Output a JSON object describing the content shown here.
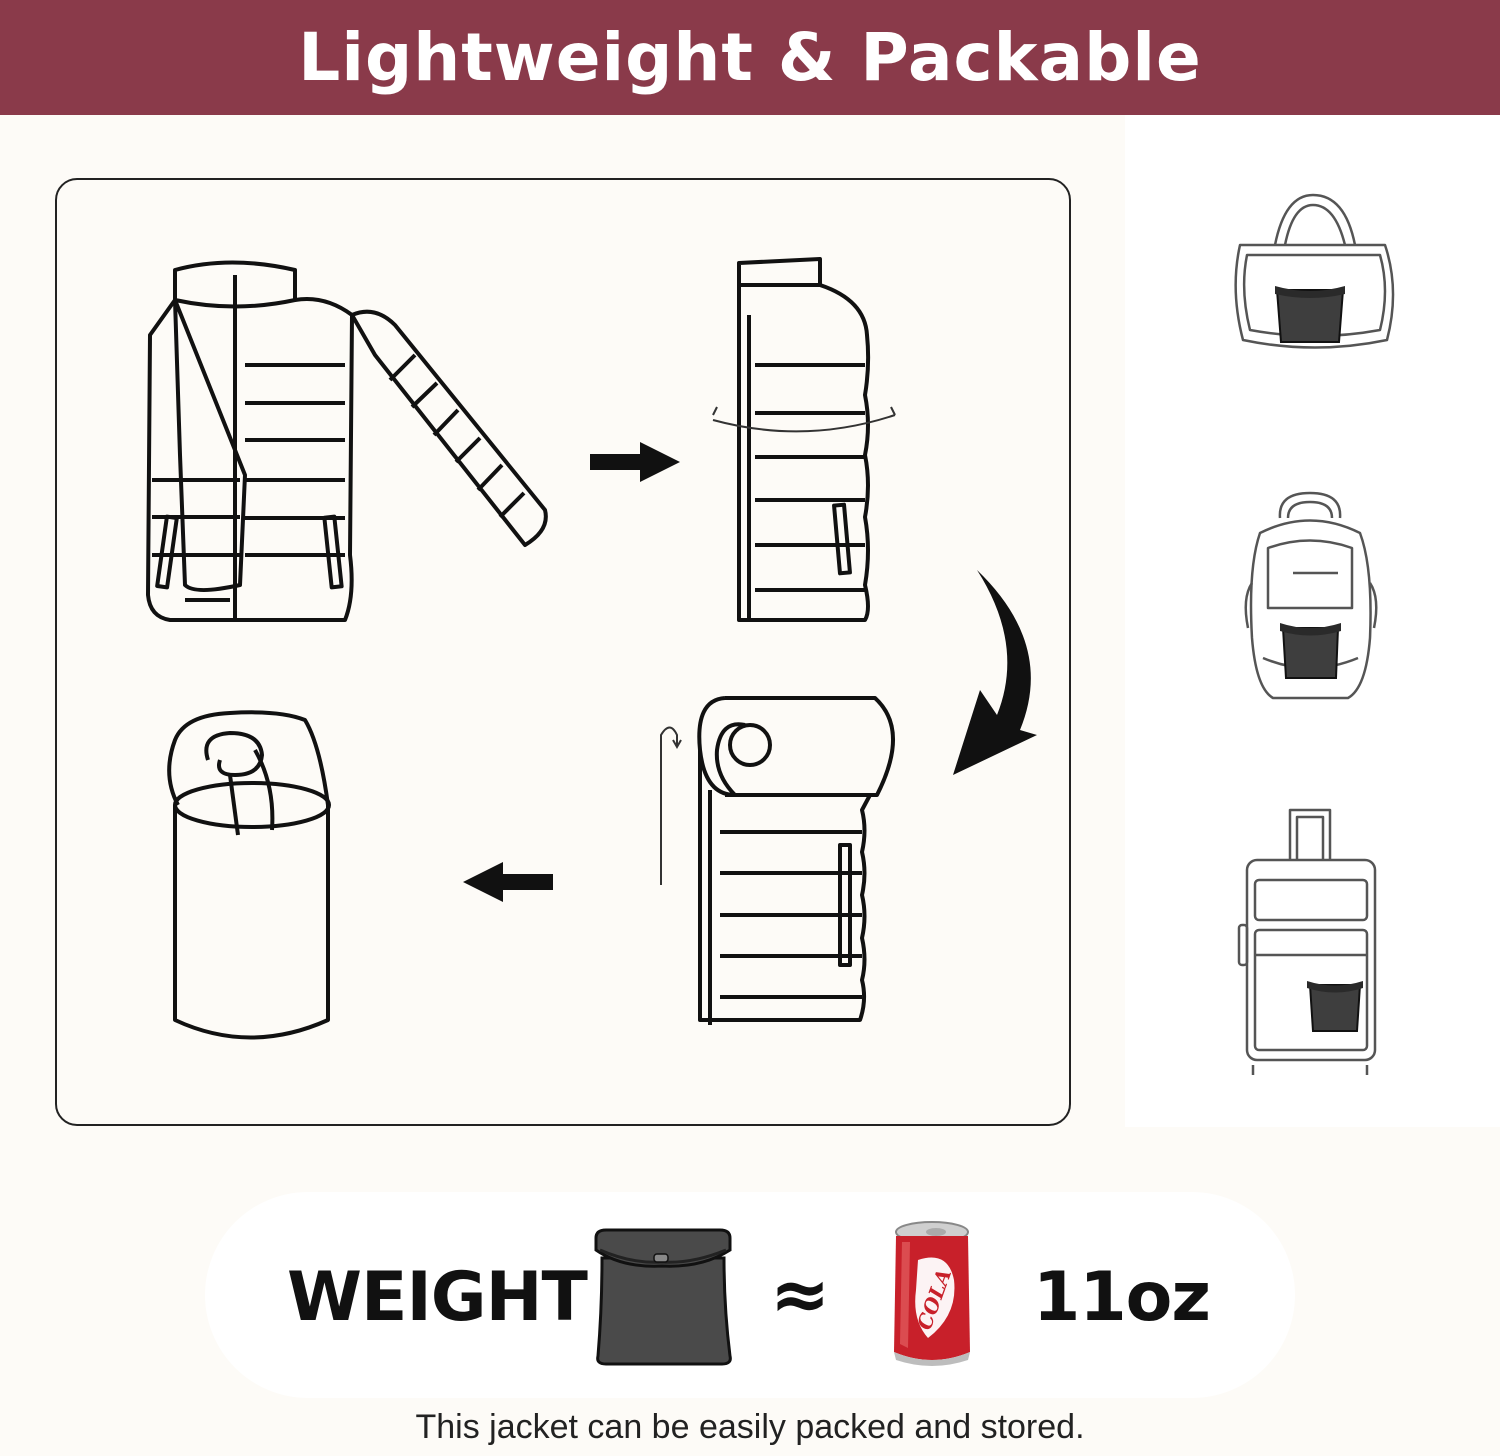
{
  "header": {
    "title": "Lightweight & Packable"
  },
  "weight": {
    "label": "WEIGHT",
    "approx_symbol": "≈",
    "value": "11oz",
    "can_label": "COLA"
  },
  "caption": "This jacket can be easily packed and stored.",
  "icons": {
    "steps": [
      "jacket-flat-icon",
      "jacket-folded-icon",
      "jacket-rolled-icon",
      "jacket-stuffed-pouch-icon"
    ],
    "storage": [
      "handbag-icon",
      "backpack-icon",
      "suitcase-icon"
    ]
  },
  "colors": {
    "banner": "#8a3a4a",
    "pouch": "#4a4a4a",
    "can": "#c8202a"
  }
}
